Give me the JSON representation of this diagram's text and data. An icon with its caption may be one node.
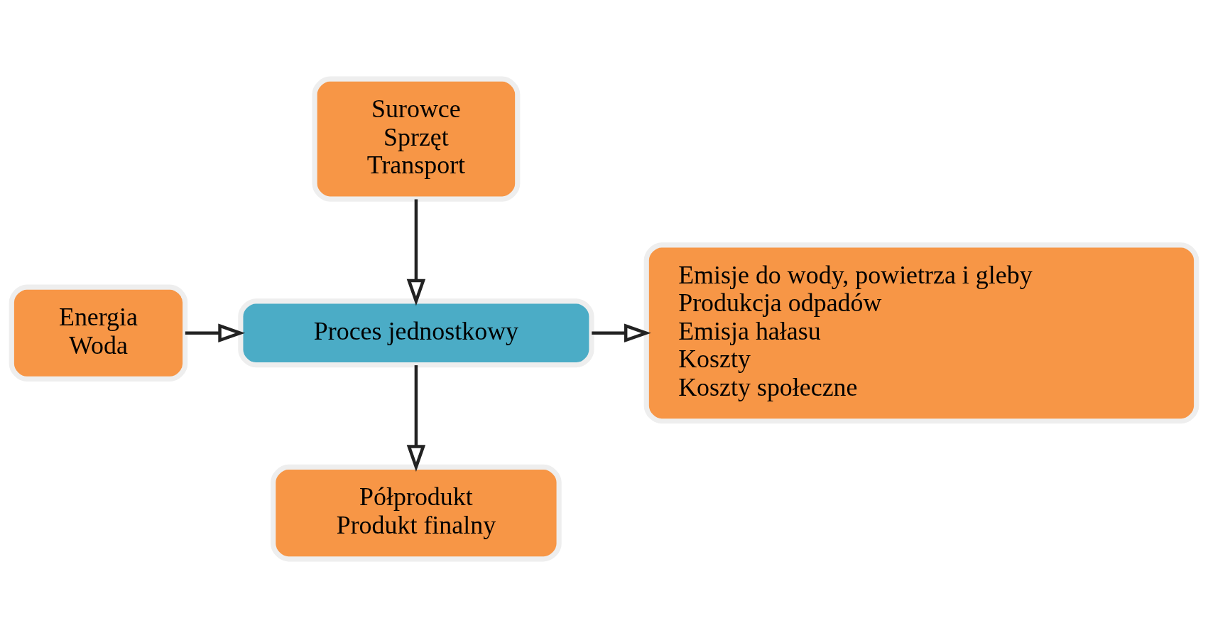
{
  "diagram": {
    "nodes": [
      {
        "text": [
          "Surowce",
          "Sprzęt",
          "Transport"
        ]
      },
      {
        "text": [
          "Energia",
          "Woda"
        ]
      },
      {
        "text": [
          "Proces jednostkowy"
        ]
      },
      {
        "text": [
          "Emisje do wody, powietrza i gleby",
          "Produkcja odpadów",
          "Emisja hałasu",
          "Koszty",
          "Koszty społeczne"
        ]
      },
      {
        "text": [
          "Półprodukt",
          "Produkt finalny"
        ]
      }
    ],
    "edges": [
      {
        "from": 0,
        "to": 2,
        "arrow": "to"
      },
      {
        "from": 1,
        "to": 2,
        "arrow": "to"
      },
      {
        "from": 2,
        "to": 3,
        "arrow": "to"
      },
      {
        "from": 2,
        "to": 4,
        "arrow": "to"
      }
    ]
  }
}
